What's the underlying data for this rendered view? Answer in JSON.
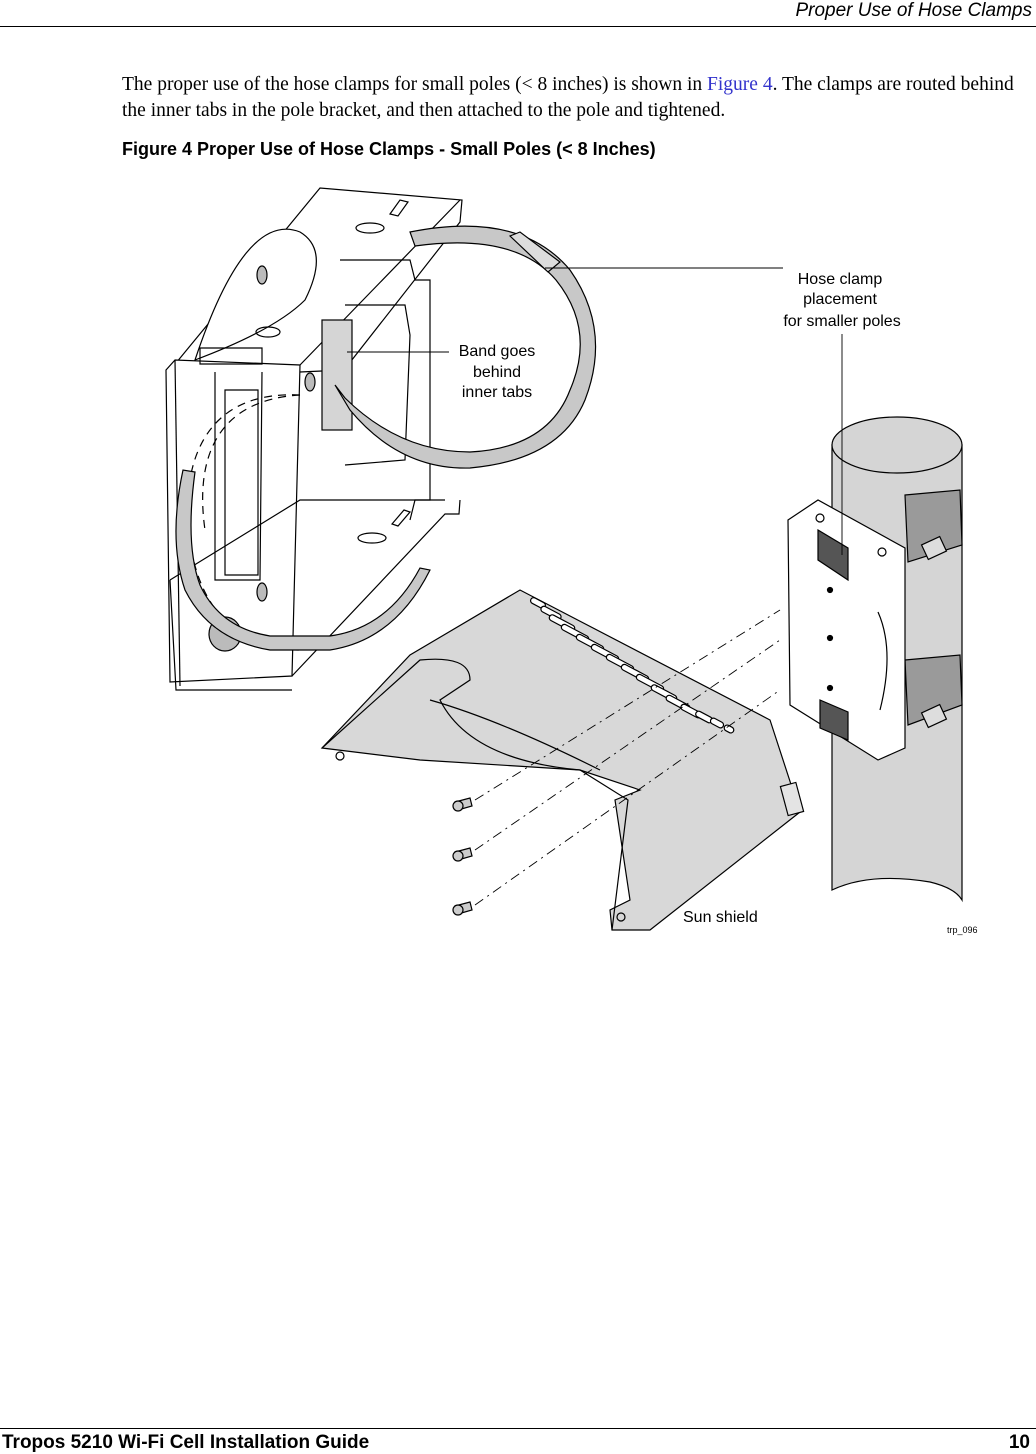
{
  "header": {
    "title": "Proper Use of Hose Clamps"
  },
  "body": {
    "para_before": "The proper use of the hose clamps for small poles (< 8 inches) is shown in ",
    "xref": "Figure 4",
    "para_after": ". The clamps are routed behind the inner tabs in the pole bracket, and then attached to the pole and tightened."
  },
  "figure": {
    "caption": "Figure 4  Proper Use of Hose Clamps - Small Poles (< 8 Inches)",
    "labels": {
      "hose_clamp_1": "Hose clamp",
      "hose_clamp_2": "placement",
      "hose_clamp_3": "for smaller poles",
      "band_1": "Band goes",
      "band_2": "behind",
      "band_3": "inner tabs",
      "sun_shield": "Sun shield",
      "drawing_id": "trp_096"
    }
  },
  "footer": {
    "guide_title": "Tropos 5210 Wi-Fi Cell Installation Guide",
    "page_number": "10"
  }
}
